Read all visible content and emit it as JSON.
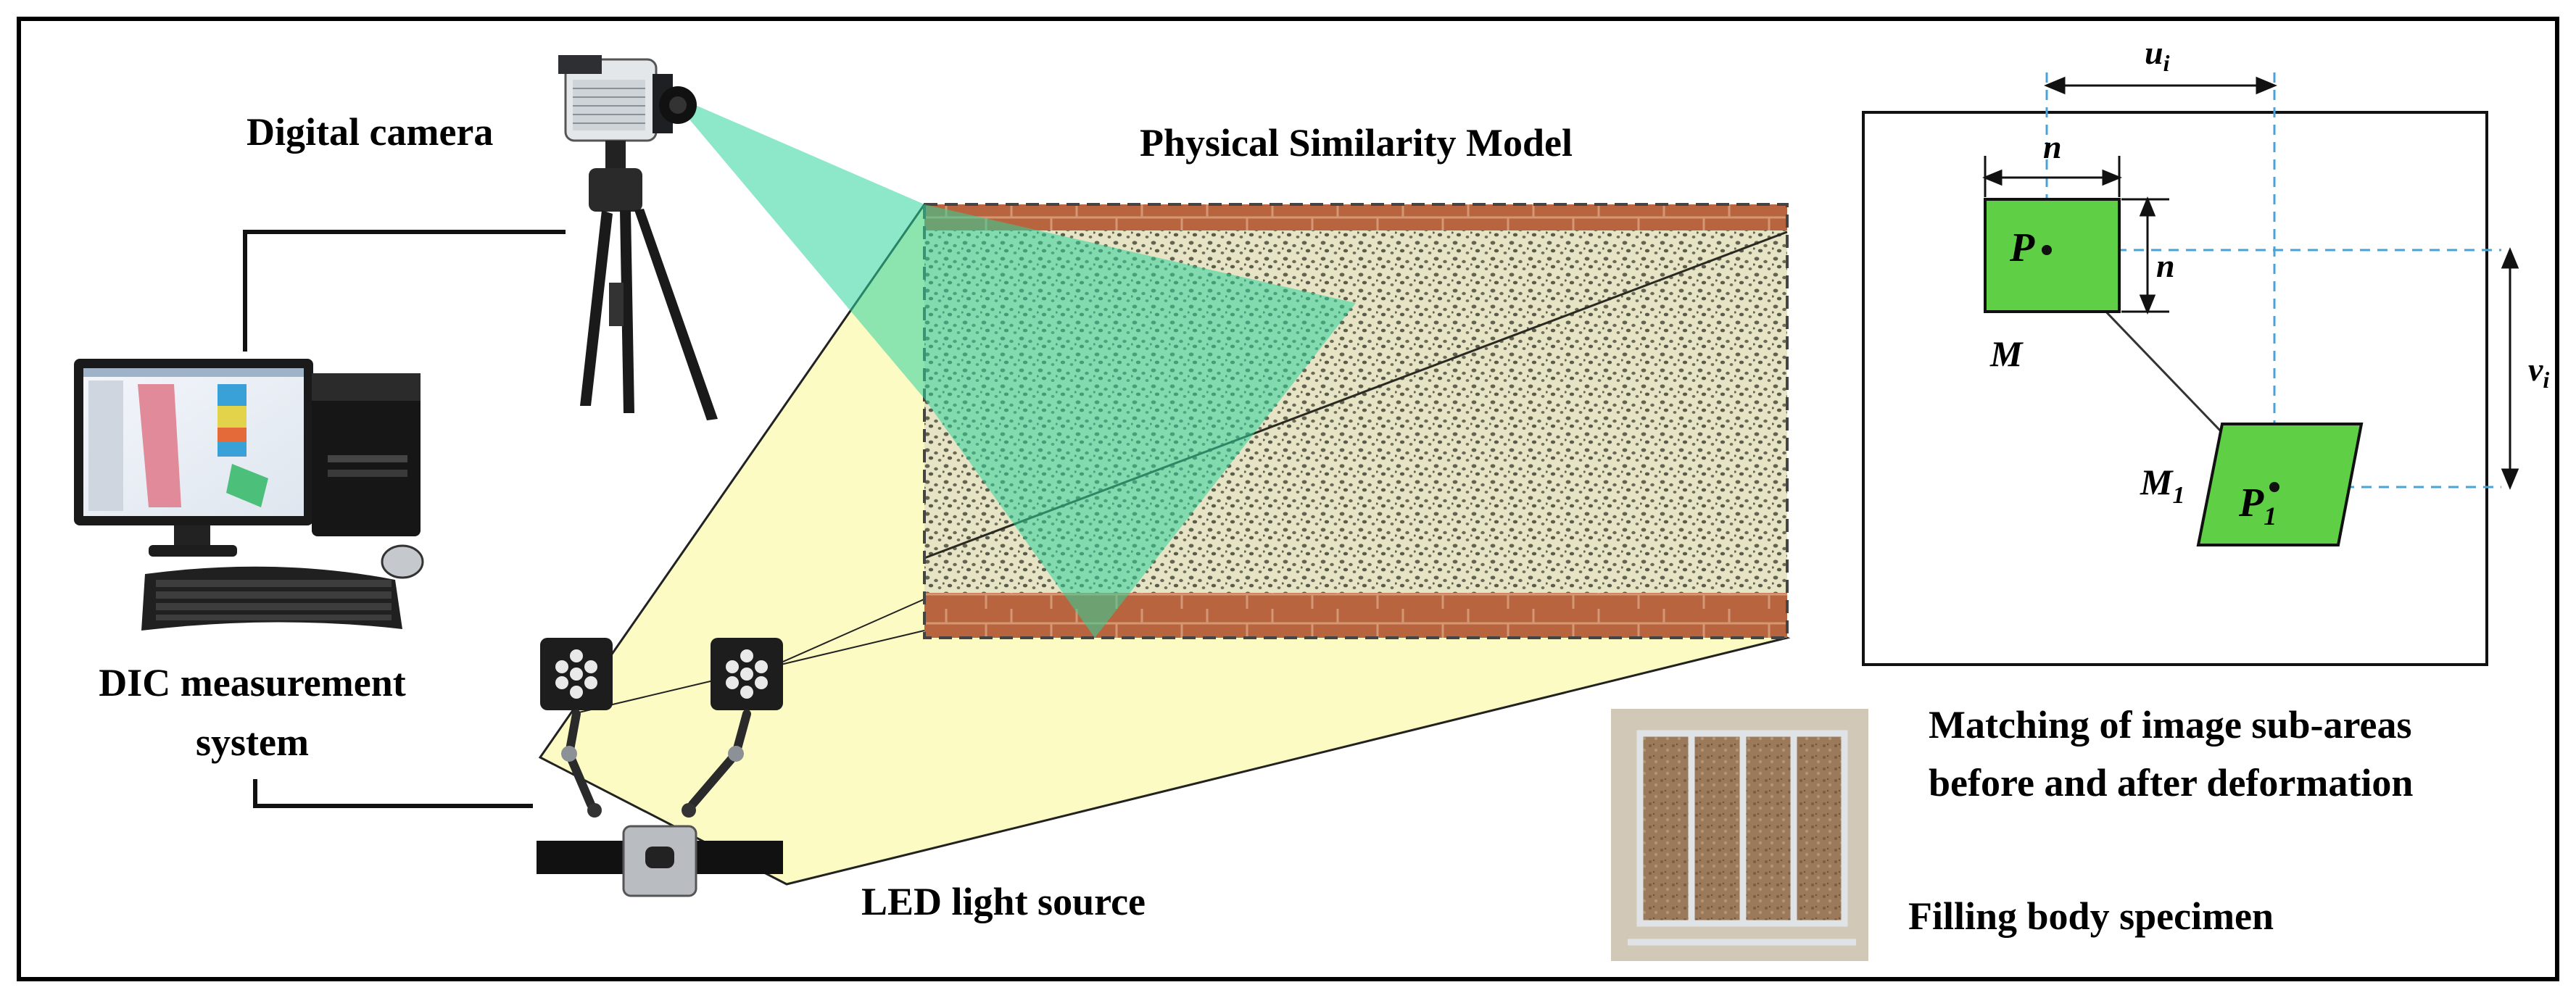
{
  "labels": {
    "digital_camera": "Digital camera",
    "physical_model": "Physical Similarity Model",
    "dic_line1": "DIC measurement",
    "dic_line2": "system",
    "led": "LED light source",
    "matching_line1": "Matching of image sub-areas",
    "matching_line2": "before and after deformation",
    "filling": "Filling body specimen"
  },
  "subarea_diagram": {
    "u": "u",
    "u_sub": "i",
    "v": "v",
    "v_sub": "i",
    "n_top": "n",
    "n_side": "n",
    "P": "P",
    "P1": "P",
    "P1_sub": "1",
    "M": "M",
    "M1": "M",
    "M1_sub": "1"
  },
  "colors": {
    "subset_fill": "#5fcf45",
    "camera_fov": "#2fd39c",
    "light_cone": "#fdfbc4",
    "dashed_guides": "#4aa3d8",
    "model_border_brick": "#b8653f",
    "model_speckle_bg": "#e6e1c6"
  }
}
